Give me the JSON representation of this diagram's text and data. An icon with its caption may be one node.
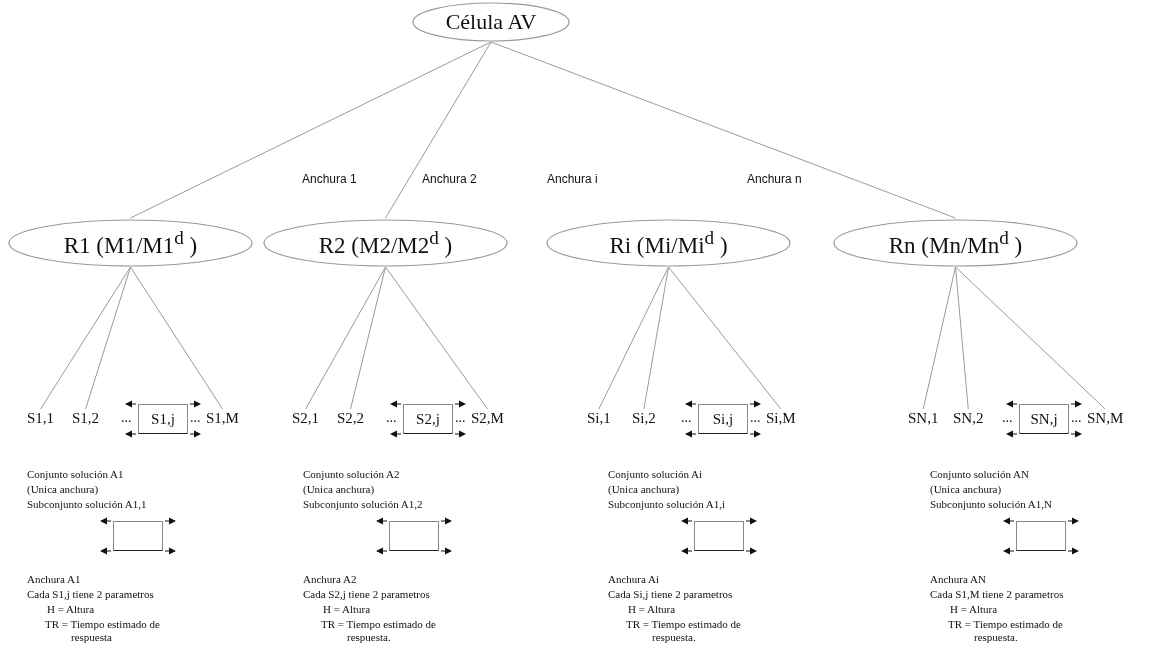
{
  "diagram": {
    "nodes": [
      {
        "text": [
          "Célula AV"
        ]
      },
      {
        "text": [
          "R1 (M1/M1$^{d}$ )"
        ]
      },
      {
        "text": [
          "R2 (M2/M2$^{d}$ )"
        ]
      },
      {
        "text": [
          "Ri (Mi/Mi$^{d}$ )"
        ]
      },
      {
        "text": [
          "Rn (Mn/Mn$^{d}$ )"
        ]
      },
      {
        "text": [
          "S1,1"
        ]
      },
      {
        "text": [
          "S1,2"
        ]
      },
      {
        "text": [
          "S1,j"
        ]
      },
      {
        "text": [
          "S1,M"
        ]
      },
      {
        "text": [],
        "shape": "box"
      },
      {
        "text": [
          "S2,1"
        ]
      },
      {
        "text": [
          "S2,2"
        ]
      },
      {
        "text": [
          "S2,j"
        ]
      },
      {
        "text": [
          "S2,M"
        ]
      },
      {
        "text": [],
        "shape": "box"
      },
      {
        "text": [
          "Si,1"
        ]
      },
      {
        "text": [
          "Si,2"
        ]
      },
      {
        "text": [
          "Si,j"
        ]
      },
      {
        "text": [
          "Si,M"
        ]
      },
      {
        "text": [],
        "shape": "box"
      },
      {
        "text": [
          "SN,1"
        ]
      },
      {
        "text": [
          "SN,2"
        ]
      },
      {
        "text": [
          "SN,j"
        ]
      },
      {
        "text": [
          "SN,M"
        ]
      },
      {
        "text": [],
        "shape": "box"
      }
    ],
    "edges": [
      {
        "from": 0,
        "to": 1,
        "arrow": "none",
        "label": "Anchura 1"
      },
      {
        "from": 0,
        "to": 2,
        "arrow": "none",
        "label": "Anchura 2"
      },
      {
        "from": 0,
        "to": 4,
        "arrow": "none",
        "label": "Anchura n"
      },
      {
        "from": 1,
        "to": 5,
        "arrow": "none"
      },
      {
        "from": 1,
        "to": 6,
        "arrow": "none"
      },
      {
        "from": 1,
        "to": 8,
        "arrow": "none"
      },
      {
        "from": 2,
        "to": 10,
        "arrow": "none"
      },
      {
        "from": 2,
        "to": 11,
        "arrow": "none"
      },
      {
        "from": 2,
        "to": 13,
        "arrow": "none"
      },
      {
        "from": 3,
        "to": 15,
        "arrow": "none"
      },
      {
        "from": 3,
        "to": 16,
        "arrow": "none"
      },
      {
        "from": 3,
        "to": 18,
        "arrow": "none"
      },
      {
        "from": 4,
        "to": 20,
        "arrow": "none"
      },
      {
        "from": 4,
        "to": 21,
        "arrow": "none"
      },
      {
        "from": 4,
        "to": 23,
        "arrow": "none"
      }
    ],
    "labels": [
      "Anchura i",
      "...",
      "...",
      "Conjunto solución A1",
      "(Unica anchura)",
      "Subconjunto solución A1,1",
      "Anchura A1",
      "Cada S1,j tiene 2 parametros",
      "H = Altura",
      "TR = Tiempo estimado de respuesta",
      "...",
      "...",
      "Conjunto solución A2",
      "(Unica anchura)",
      "Subconjunto solución A1,2",
      "Anchura A2",
      "Cada S2,j tiene 2 parametros",
      "H = Altura",
      "TR = Tiempo estimado de respuesta.",
      "...",
      "...",
      "Conjunto solución Ai",
      "(Unica anchura)",
      "Subconjunto solución A1,i",
      "Anchura Ai",
      "Cada Si,j tiene 2 parametros",
      "H = Altura",
      "TR = Tiempo estimado de respuesta.",
      "...",
      "...",
      "Conjunto solución AN",
      "(Unica anchura)",
      "Subconjunto solución A1,N",
      "Anchura AN",
      "Cada S1,M tiene 2 parametros",
      "H = Altura",
      "TR = Tiempo estimado de respuesta."
    ]
  }
}
